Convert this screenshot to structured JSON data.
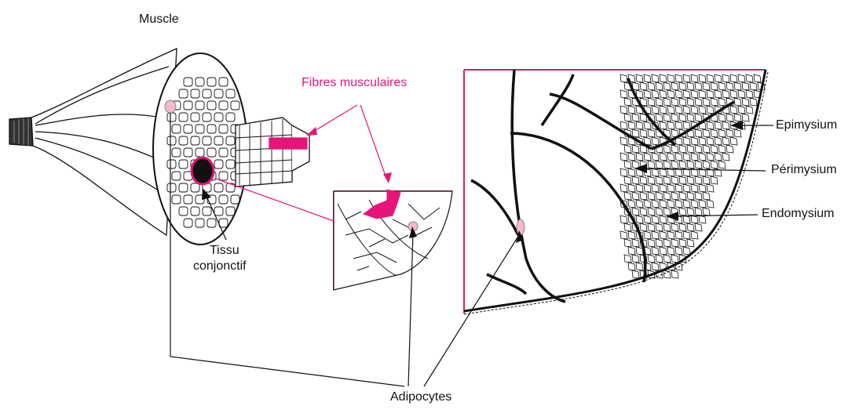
{
  "labels": {
    "muscle": "Muscle",
    "fibres": "Fibres musculaires",
    "tissu_line1": "Tissu",
    "tissu_line2": "conjonctif",
    "epimysium": "Epimysium",
    "perimysium": "Périmysium",
    "endomysium": "Endomysium",
    "adipocytes": "Adipocytes"
  },
  "colors": {
    "accent": "#e6157a",
    "adipocyte": "#f5b8cc",
    "ink": "#111111"
  }
}
